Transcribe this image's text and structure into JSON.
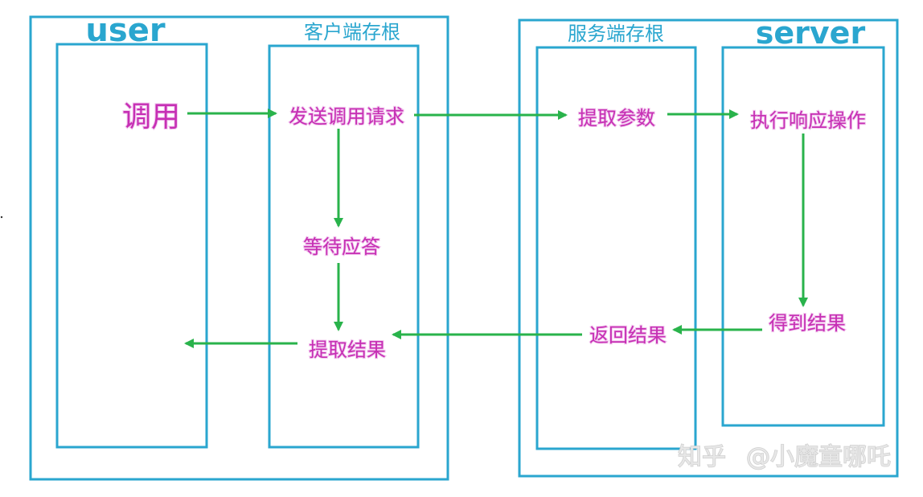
{
  "colors": {
    "frame": "#2aa6cf",
    "arrow": "#29b34b",
    "label": "#c62fb4",
    "heading": "#2aa6cf",
    "watermark": "#e7e7e7"
  },
  "diagram": {
    "titles": {
      "user": "user",
      "client_stub": "客户端存根",
      "server_stub": "服务端存根",
      "server": "server"
    },
    "labels": {
      "call": "调用",
      "send_request": "发送调用请求",
      "wait_response": "等待应答",
      "get_result_client": "提取结果",
      "extract_params": "提取参数",
      "return_result": "返回结果",
      "execute_operation": "执行响应操作",
      "get_result_server": "得到结果"
    }
  },
  "watermark": {
    "brand": "知乎",
    "author": "@小魔童哪吒"
  }
}
